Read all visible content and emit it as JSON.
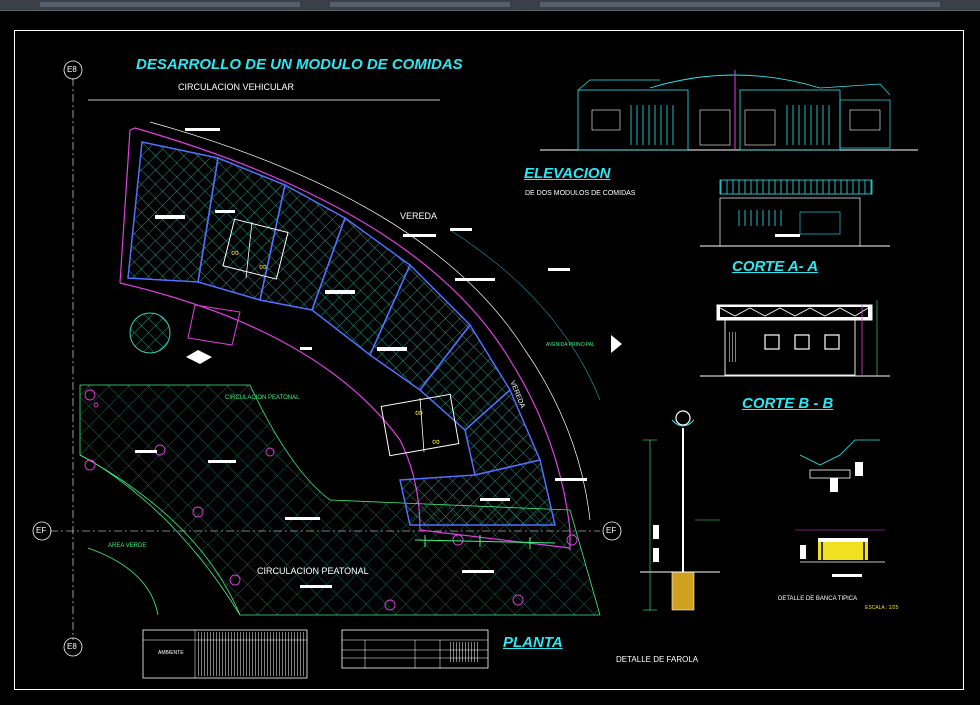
{
  "titles": {
    "main": "DESARROLLO DE UN MODULO DE COMIDAS",
    "elevacion": "ELEVACION",
    "elevacion_sub": "DE DOS MODULOS DE COMIDAS",
    "corte_aa": "CORTE A- A",
    "corte_bb": "CORTE B - B",
    "planta": "PLANTA"
  },
  "labels": {
    "circulacion_vehicular": "CIRCULACION VEHICULAR",
    "vereda_top": "VEREDA",
    "vereda_side": "VEREDA",
    "circulacion_peatonal_small": "CIRCULACION PEATONAL",
    "circulacion_peatonal": "CIRCULACION PEATONAL",
    "area_verde": "AREA VERDE",
    "avenida": "AVENIDA PRINCIPAL",
    "detalle_farola": "DETALLE DE FAROLA",
    "detalle_banca": "DETALLE DE BANCA TIPICA",
    "escala": "ESCALA : 1/25",
    "ambiente": "AMBIENTE"
  },
  "axes": {
    "e8_top": "E8",
    "e8_bottom": "E8",
    "ef_left": "EF",
    "ef_right": "EF"
  },
  "colors": {
    "background": "#000000",
    "cyan": "#2ee6f0",
    "magenta": "#e040e0",
    "green": "#40f080",
    "yellow": "#f0e020",
    "white": "#ffffff",
    "hatch": "#3ad0b8",
    "blue": "#5070ff",
    "red": "#ff4040"
  }
}
